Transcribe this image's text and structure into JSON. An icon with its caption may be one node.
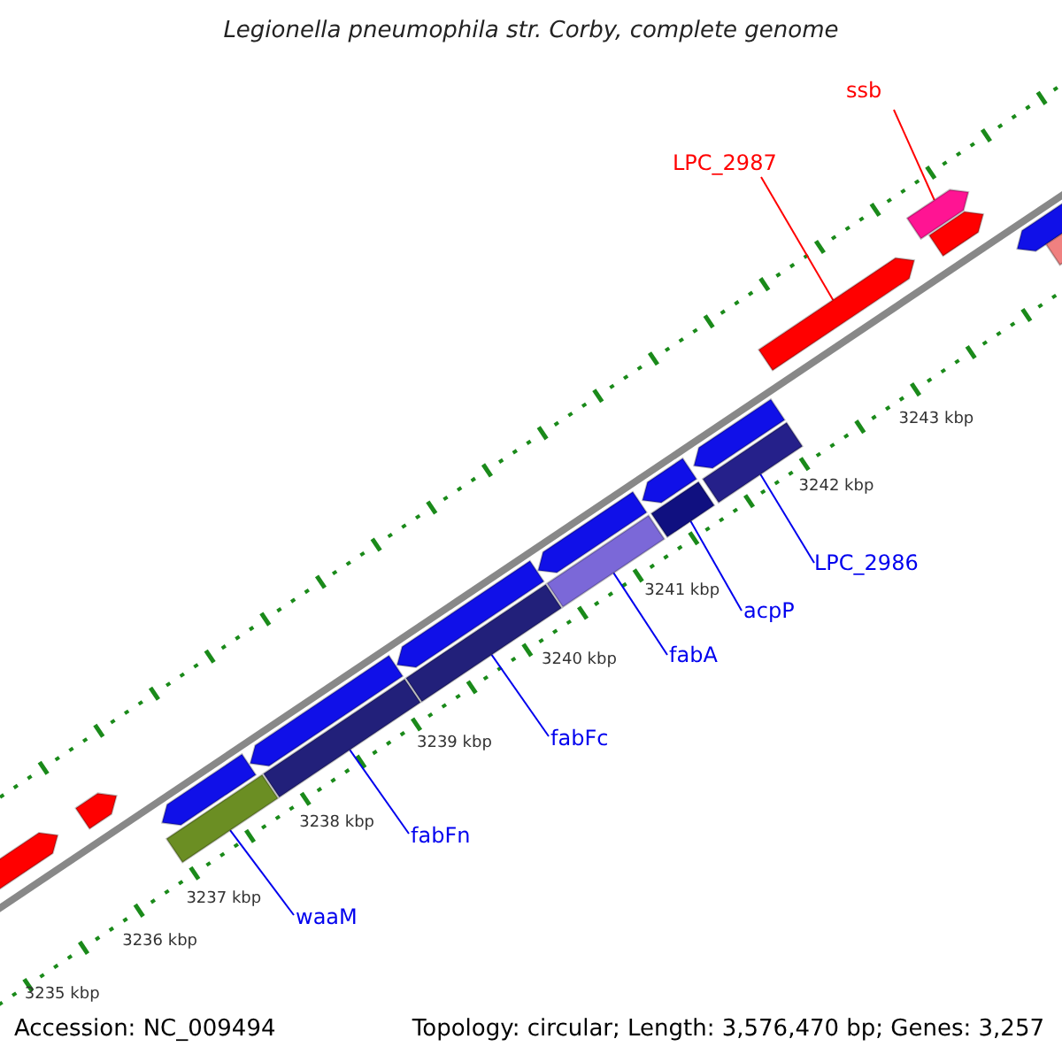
{
  "diagram": {
    "title": "Legionella pneumophila str. Corby, complete genome",
    "nodes": [
      {
        "text": [
          "ssb"
        ]
      },
      {
        "text": [],
        "shape": "pentagon"
      },
      {
        "text": [
          "LPC_2987"
        ]
      },
      {
        "text": [],
        "shape": "pentagon"
      },
      {
        "text": [
          "LPC_2986"
        ]
      },
      {
        "text": [],
        "shape": "bar"
      },
      {
        "text": [
          "acpP"
        ]
      },
      {
        "text": [],
        "shape": "bar"
      },
      {
        "text": [
          "fabA"
        ]
      },
      {
        "text": [],
        "shape": "bar"
      },
      {
        "text": [
          "fabFc"
        ]
      },
      {
        "text": [],
        "shape": "bar"
      },
      {
        "text": [
          "fabFn"
        ]
      },
      {
        "text": [],
        "shape": "bar"
      },
      {
        "text": [
          "waaM"
        ]
      },
      {
        "text": [],
        "shape": "bar"
      },
      {
        "text": [],
        "shape": "pentagon"
      },
      {
        "text": [],
        "shape": "pentagon"
      },
      {
        "text": [],
        "shape": "pentagon"
      },
      {
        "text": [],
        "shape": "pentagon"
      },
      {
        "text": [],
        "shape": "pentagon"
      },
      {
        "text": [],
        "shape": "pentagon"
      },
      {
        "text": [],
        "shape": "pentagon"
      },
      {
        "text": [],
        "shape": "pentagon"
      },
      {
        "text": [],
        "shape": "pentagon"
      },
      {
        "text": [],
        "shape": "pentagon"
      },
      {
        "text": [],
        "shape": "bar"
      }
    ],
    "edges": [
      {
        "from": 0,
        "to": 1,
        "arrow": "none",
        "color": "#ff0000"
      },
      {
        "from": 2,
        "to": 3,
        "arrow": "none",
        "color": "#ff0000"
      },
      {
        "from": 4,
        "to": 5,
        "arrow": "none"
      },
      {
        "from": 6,
        "to": 7,
        "arrow": "none"
      },
      {
        "from": 8,
        "to": 9,
        "arrow": "none"
      },
      {
        "from": 10,
        "to": 11,
        "arrow": "none"
      },
      {
        "from": 12,
        "to": 13,
        "arrow": "none"
      },
      {
        "from": 14,
        "to": 15,
        "arrow": "none"
      }
    ],
    "labels": [
      "3235 kbp",
      "3236 kbp",
      "3237 kbp",
      "3238 kbp",
      "3239 kbp",
      "3240 kbp",
      "3241 kbp",
      "3242 kbp",
      "3243 kbp",
      "Accession: NC_009494",
      "Topology: circular; Length: 3,576,470 bp; Genes: 3,257"
    ]
  }
}
